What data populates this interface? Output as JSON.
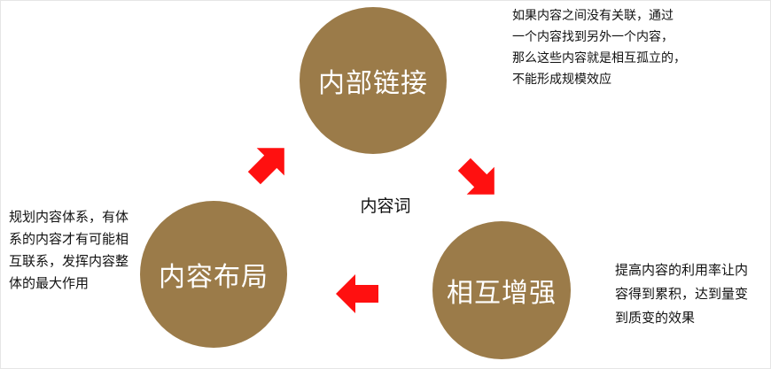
{
  "colors": {
    "circle_fill": "#9b7b49",
    "arrow_fill": "#ff1010",
    "text": "#111111"
  },
  "nodes": {
    "top": "内部链接",
    "left": "内容布局",
    "right": "相互增强"
  },
  "center_label": "内容词",
  "notes": {
    "top": [
      "如果内容之间没有关联，通过",
      "一个内容找到另外一个内容，",
      "那么这些内容就是相互孤立的，",
      "不能形成规模效应"
    ],
    "left": [
      "规划内容体系，有体",
      "系的内容才有可能相",
      "互联系，发挥内容整",
      "体的最大作用"
    ],
    "right": [
      "提高内容的利用率让内",
      "容得到累积，达到量变",
      "到质变的效果"
    ]
  },
  "arrows": {
    "left_to_top": "arrow-up-right",
    "top_to_right": "arrow-down-right",
    "right_to_left": "arrow-left"
  }
}
